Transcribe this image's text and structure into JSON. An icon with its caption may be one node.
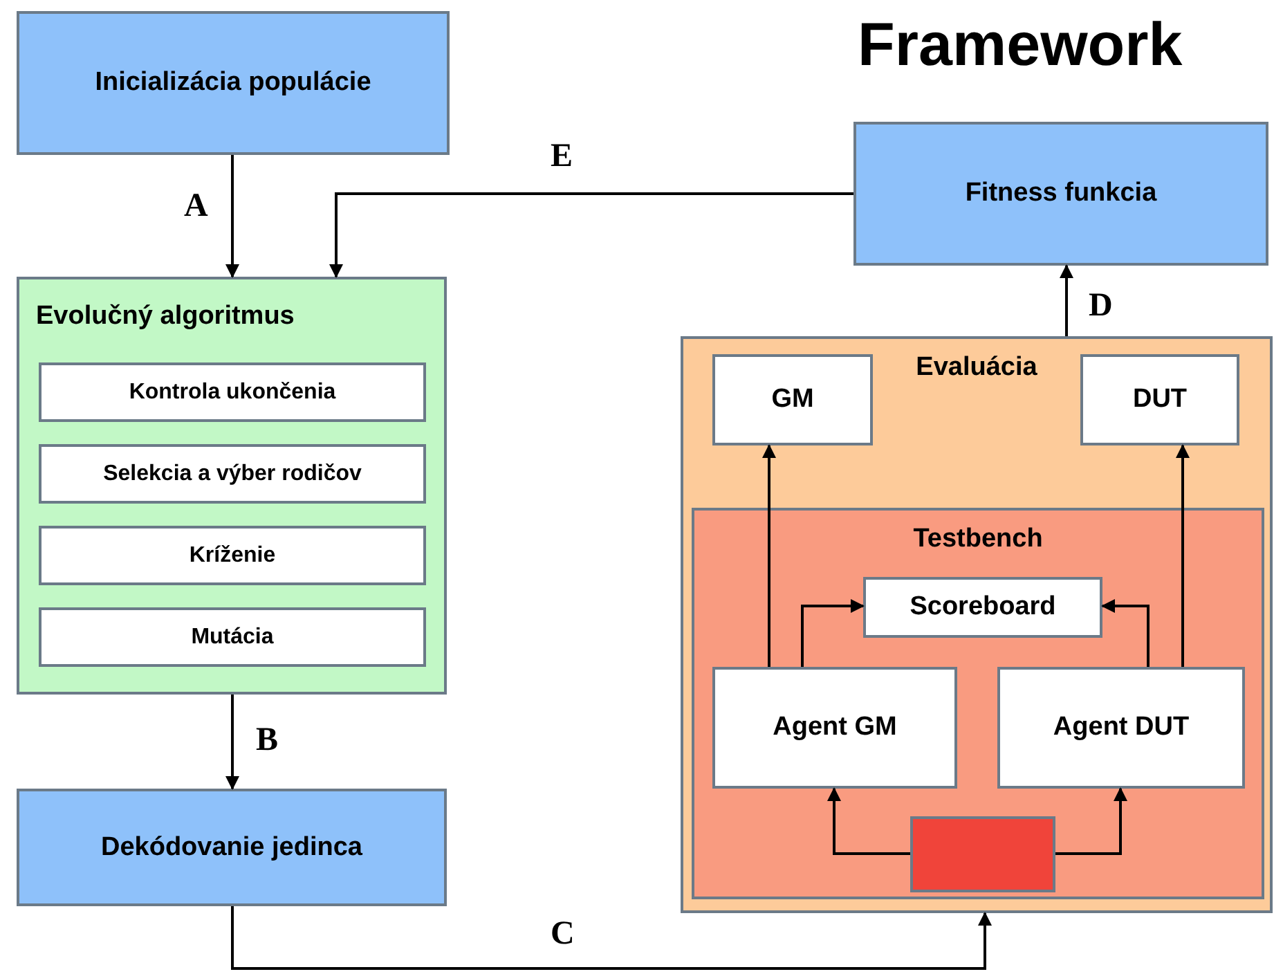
{
  "diagram": {
    "title": "Framework",
    "nodes": [
      {
        "text": [
          "Inicializácia populácie"
        ]
      },
      {
        "text": [
          "Evolučný algoritmus"
        ]
      },
      {
        "text": [
          "Kontrola ukončenia"
        ],
        "in": 1
      },
      {
        "text": [
          "Selekcia a výber rodičov"
        ],
        "in": 1
      },
      {
        "text": [
          "Kríženie"
        ],
        "in": 1
      },
      {
        "text": [
          "Mutácia"
        ],
        "in": 1
      },
      {
        "text": [
          "Dekódovanie jedinca"
        ]
      },
      {
        "text": [
          "Fitness funkcia"
        ]
      },
      {
        "text": [
          "Evaluácia"
        ]
      },
      {
        "text": [
          "GM"
        ],
        "in": 8
      },
      {
        "text": [
          "DUT"
        ],
        "in": 8
      },
      {
        "text": [
          "Testbench"
        ],
        "in": 8
      },
      {
        "text": [
          "Scoreboard"
        ],
        "in": 11
      },
      {
        "text": [
          "Agent GM"
        ],
        "in": 11
      },
      {
        "text": [
          "Agent DUT"
        ],
        "in": 11
      },
      {
        "text": [],
        "shape": "box",
        "in": 11
      }
    ],
    "edges": [
      {
        "from": 0,
        "to": 1,
        "arrow": "to",
        "label": "A"
      },
      {
        "from": 7,
        "to": 1,
        "arrow": "to",
        "label": "E"
      },
      {
        "from": 1,
        "to": 6,
        "arrow": "to",
        "label": "B"
      },
      {
        "from": 6,
        "to": 8,
        "arrow": "to",
        "label": "C"
      },
      {
        "from": 8,
        "to": 7,
        "arrow": "to",
        "label": "D"
      },
      {
        "from": 13,
        "to": 9,
        "arrow": "to"
      },
      {
        "from": 14,
        "to": 10,
        "arrow": "to"
      },
      {
        "from": 13,
        "to": 12,
        "arrow": "to"
      },
      {
        "from": 14,
        "to": 12,
        "arrow": "to"
      },
      {
        "from": 15,
        "to": 13,
        "arrow": "to"
      },
      {
        "from": 15,
        "to": 14,
        "arrow": "to"
      }
    ]
  }
}
